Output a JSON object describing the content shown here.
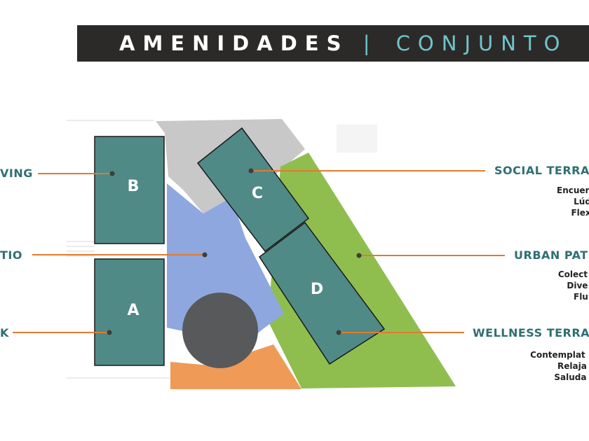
{
  "header": {
    "title_left": "AMENIDADES",
    "separator": "|",
    "title_right": "CONJUNTO"
  },
  "buildings": [
    "B",
    "C",
    "A",
    "D"
  ],
  "left_labels": [
    "VING",
    "TIO",
    "K"
  ],
  "right_labels": [
    {
      "title": "SOCIAL TERRA",
      "items": [
        "Encuen",
        "Lúd",
        "Flex"
      ]
    },
    {
      "title": "URBAN PAT",
      "items": [
        "Colect",
        "Dive",
        "Flu"
      ]
    },
    {
      "title": "WELLNESS TERRAC",
      "items": [
        "Contemplat",
        "Relaja",
        "Saluda"
      ]
    }
  ],
  "colors": {
    "title_bar": "#2c2a29",
    "accent": "#6ec6cc",
    "building": "#4f8a87",
    "patio": "#8ea8df",
    "green": "#8fbe4f",
    "gray": "#c8c8c8",
    "orange": "#ef9a57",
    "leader": "#e07b2e",
    "label": "#2f6f73"
  }
}
